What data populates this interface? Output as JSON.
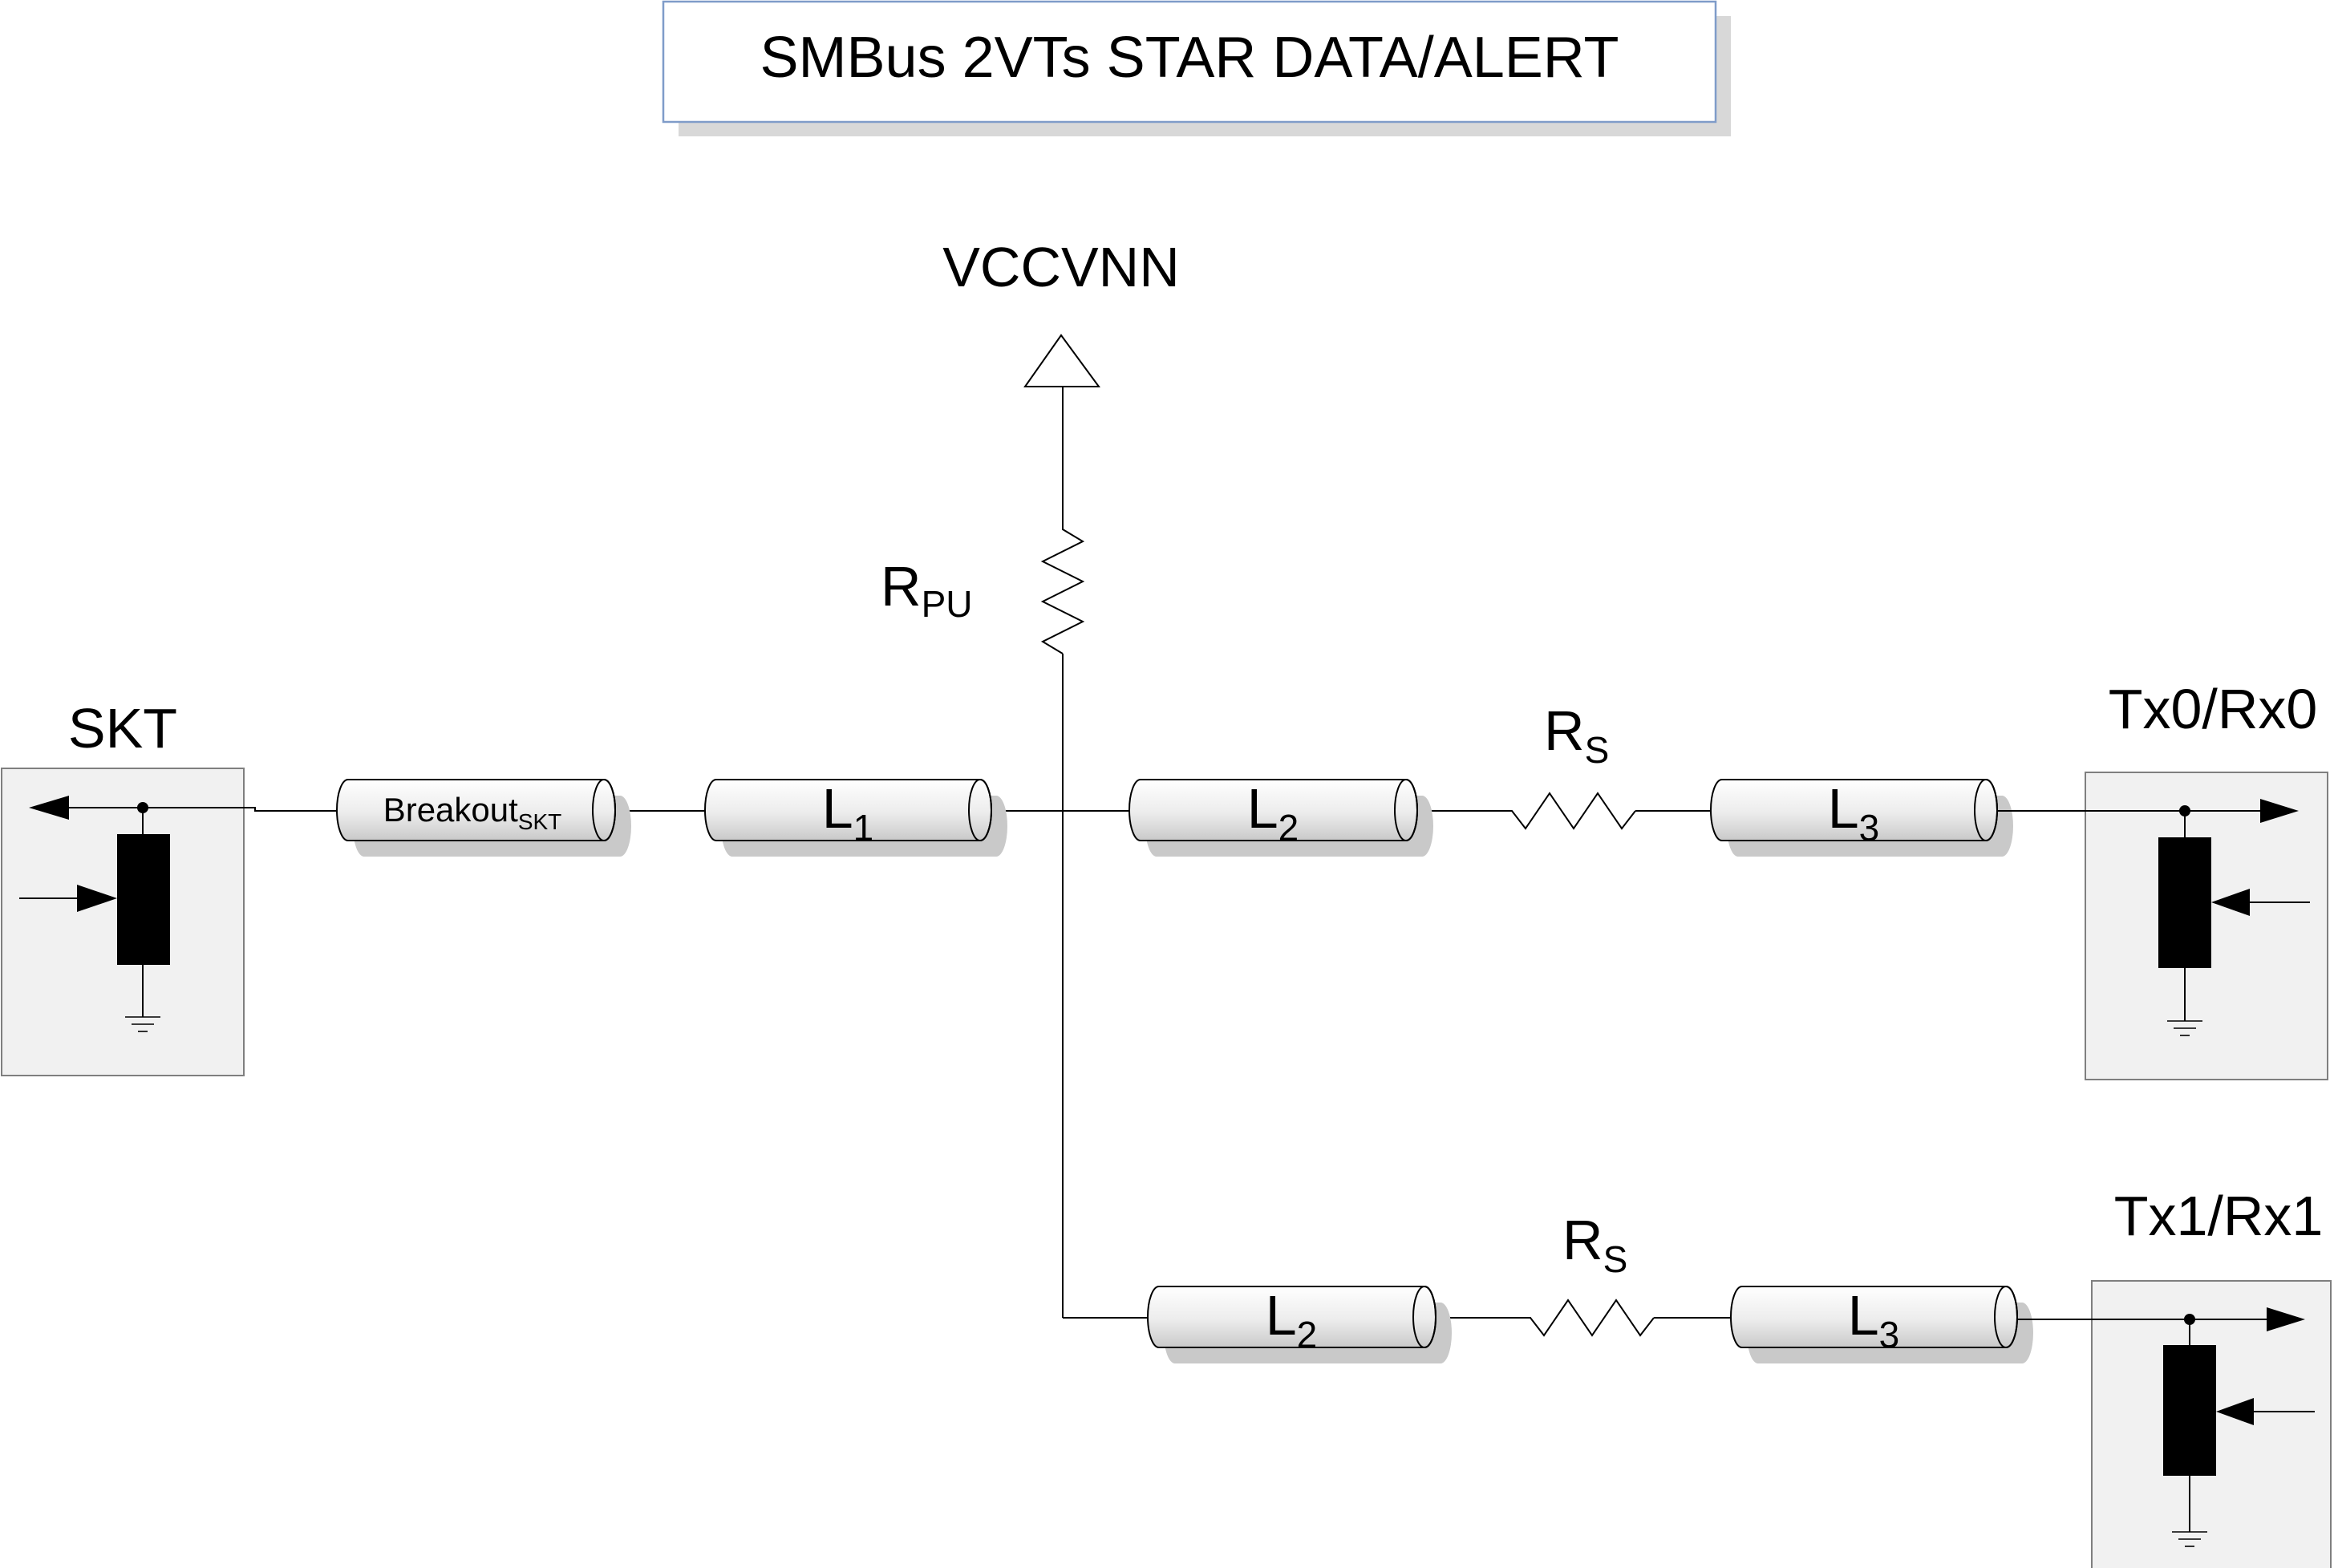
{
  "title": "SMBus 2VTs STAR DATA/ALERT",
  "supply": {
    "name": "VCCVNN"
  },
  "pullup": {
    "main": "R",
    "sub": "PU"
  },
  "endpoints": {
    "skt": "SKT",
    "tx0": "Tx0/Rx0",
    "tx1": "Tx1/Rx1"
  },
  "lines": {
    "breakout": {
      "main": "Breakout",
      "sub": "SKT"
    },
    "l1": {
      "main": "L",
      "sub": "1"
    },
    "l2_top": {
      "main": "L",
      "sub": "2"
    },
    "l3_top": {
      "main": "L",
      "sub": "3"
    },
    "l2_bottom": {
      "main": "L",
      "sub": "2"
    },
    "l3_bottom": {
      "main": "L",
      "sub": "3"
    }
  },
  "series_resistor_top": {
    "main": "R",
    "sub": "S"
  },
  "series_resistor_bottom": {
    "main": "R",
    "sub": "S"
  },
  "colors": {
    "box_fill": "#f1f1f1",
    "box_stroke": "#7f7f7f",
    "title_border": "#7f9cc9",
    "shadow": "#d8d8d8"
  }
}
